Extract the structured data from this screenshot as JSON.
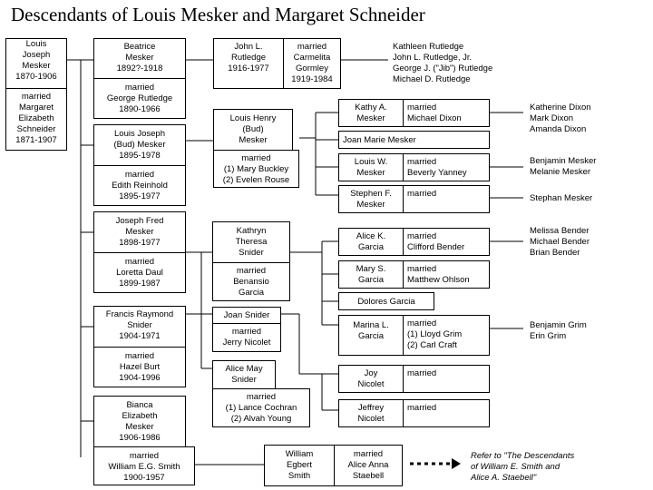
{
  "title": "Descendants of Louis Mesker and Margaret Schneider",
  "boxes": {
    "louis_mesker": [
      "Louis",
      "Joseph",
      "Mesker",
      "1870-1906"
    ],
    "margaret_schneider": [
      "married",
      "Margaret",
      "Elizabeth",
      "Schneider",
      "1871-1907"
    ],
    "beatrice": [
      "Beatrice",
      "Mesker",
      "1892?-1918"
    ],
    "george_rutledge": [
      "married",
      "George Rutledge",
      "1890-1966"
    ],
    "john_rutledge": [
      "John L.",
      "Rutledge",
      "1916-1977"
    ],
    "carmelita": [
      "married",
      "Carmelita",
      "Gormley",
      "1919-1984"
    ],
    "rutledge_children": [
      "Kathleen Rutledge",
      "John L. Rutledge, Jr.",
      "George J. (\"Jib\") Rutledge",
      "Michael D. Rutledge"
    ],
    "louis_bud": [
      "Louis Joseph",
      "(Bud) Mesker",
      "1895-1978"
    ],
    "edith": [
      "married",
      "Edith Reinhold",
      "1895-1977"
    ],
    "louis_henry": [
      "Louis Henry",
      "(Bud)",
      "Mesker"
    ],
    "mary_evelen": [
      "married",
      "(1) Mary Buckley",
      "(2) Evelen Rouse"
    ],
    "kathy": [
      "Kathy A.",
      "Mesker"
    ],
    "michael_dixon": [
      "married",
      "Michael Dixon"
    ],
    "dixon_children": [
      "Katherine Dixon",
      "Mark Dixon",
      "Amanda Dixon"
    ],
    "joan_marie": [
      "Joan Marie Mesker"
    ],
    "louis_w": [
      "Louis W.",
      "Mesker"
    ],
    "beverly": [
      "married",
      "Beverly Yanney"
    ],
    "mesker_children": [
      "Benjamin Mesker",
      "Melanie Mesker"
    ],
    "stephen": [
      "Stephen F.",
      "Mesker"
    ],
    "stephen_married": [
      "married"
    ],
    "stephan_child": [
      "Stephan Mesker"
    ],
    "joseph_fred": [
      "Joseph Fred",
      "Mesker",
      "1898-1977"
    ],
    "loretta": [
      "married",
      "Loretta Daul",
      "1899-1987"
    ],
    "kathryn": [
      "Kathryn",
      "Theresa",
      "Snider"
    ],
    "benansio": [
      "married",
      "Benansio",
      "Garcia"
    ],
    "alice_k": [
      "Alice K.",
      "Garcia"
    ],
    "clifford": [
      "married",
      "Clifford Bender"
    ],
    "bender_children": [
      "Melissa Bender",
      "Michael Bender",
      "Brian Bender"
    ],
    "mary_s": [
      "Mary S.",
      "Garcia"
    ],
    "matthew": [
      "married",
      "Matthew Ohlson"
    ],
    "dolores": [
      "Dolores Garcia"
    ],
    "marina": [
      "Marina L.",
      "Garcia"
    ],
    "lloyd_carl": [
      "married",
      "(1) Lloyd Grim",
      "(2) Carl Craft"
    ],
    "grim_children": [
      "Benjamin Grim",
      "Erin Grim"
    ],
    "francis": [
      "Francis Raymond",
      "Snider",
      "1904-1971"
    ],
    "hazel": [
      "married",
      "Hazel Burt",
      "1904-1996"
    ],
    "joan_snider": [
      "Joan Snider"
    ],
    "jerry": [
      "married",
      "Jerry Nicolet"
    ],
    "joy": [
      "Joy",
      "Nicolet"
    ],
    "joy_married": [
      "married"
    ],
    "jeffrey": [
      "Jeffrey",
      "Nicolet"
    ],
    "jeffrey_married": [
      "married"
    ],
    "alice_may": [
      "Alice May",
      "Snider"
    ],
    "lance_alvah": [
      "married",
      "(1) Lance Cochran",
      "(2) Alvah Young"
    ],
    "bianca": [
      "Bianca",
      "Elizabeth",
      "Mesker",
      "1906-1986"
    ],
    "william_smith": [
      "married",
      "William E.G. Smith",
      "1900-1957"
    ],
    "william_egbert": [
      "William",
      "Egbert",
      "Smith"
    ],
    "alice_anna": [
      "married",
      "Alice Anna",
      "Staebell"
    ]
  },
  "note": [
    "Refer to \"The Descendants",
    "of William E. Smith and",
    "Alice A. Staebell\""
  ]
}
